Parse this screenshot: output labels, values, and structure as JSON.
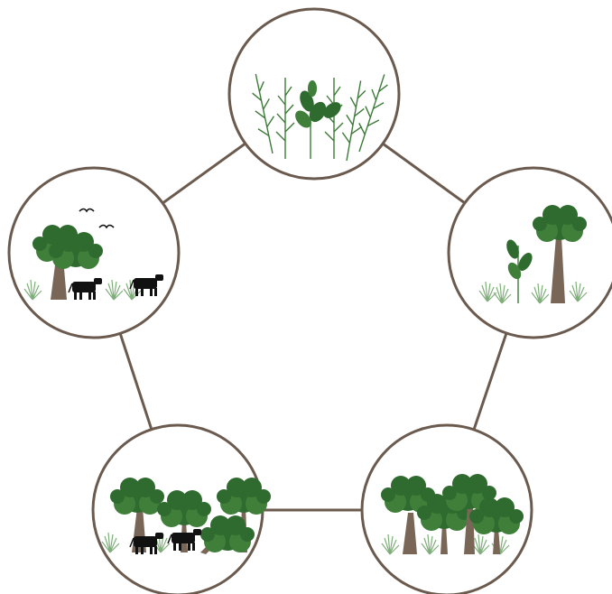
{
  "diagram": {
    "title": "",
    "colors": {
      "ring": "#6b5a4e",
      "edge": "#6b5a4e",
      "foliage": "#2f6b2f",
      "grass": "#7fae7a",
      "trunk": "#7a6656",
      "animal": "#111111"
    },
    "nodes": [
      {
        "id": "grassland-shrub-seedlings",
        "content": [
          "grass",
          "shrub"
        ]
      },
      {
        "id": "grass-shrub-young-tree",
        "content": [
          "grass",
          "shrub",
          "tree"
        ]
      },
      {
        "id": "forest",
        "content": [
          "tree",
          "tree",
          "tree",
          "tree",
          "grass"
        ]
      },
      {
        "id": "forest-with-cattle-disturbance",
        "content": [
          "tree",
          "tree",
          "fallen-tree",
          "cow",
          "cow",
          "grass"
        ]
      },
      {
        "id": "open-savanna-with-cattle-birds",
        "content": [
          "tree",
          "cow",
          "cow",
          "bird",
          "bird",
          "grass"
        ]
      }
    ],
    "edges": [
      [
        "grassland-shrub-seedlings",
        "grass-shrub-young-tree"
      ],
      [
        "grass-shrub-young-tree",
        "forest"
      ],
      [
        "forest",
        "forest-with-cattle-disturbance"
      ],
      [
        "forest-with-cattle-disturbance",
        "open-savanna-with-cattle-birds"
      ],
      [
        "open-savanna-with-cattle-birds",
        "grassland-shrub-seedlings"
      ]
    ]
  }
}
